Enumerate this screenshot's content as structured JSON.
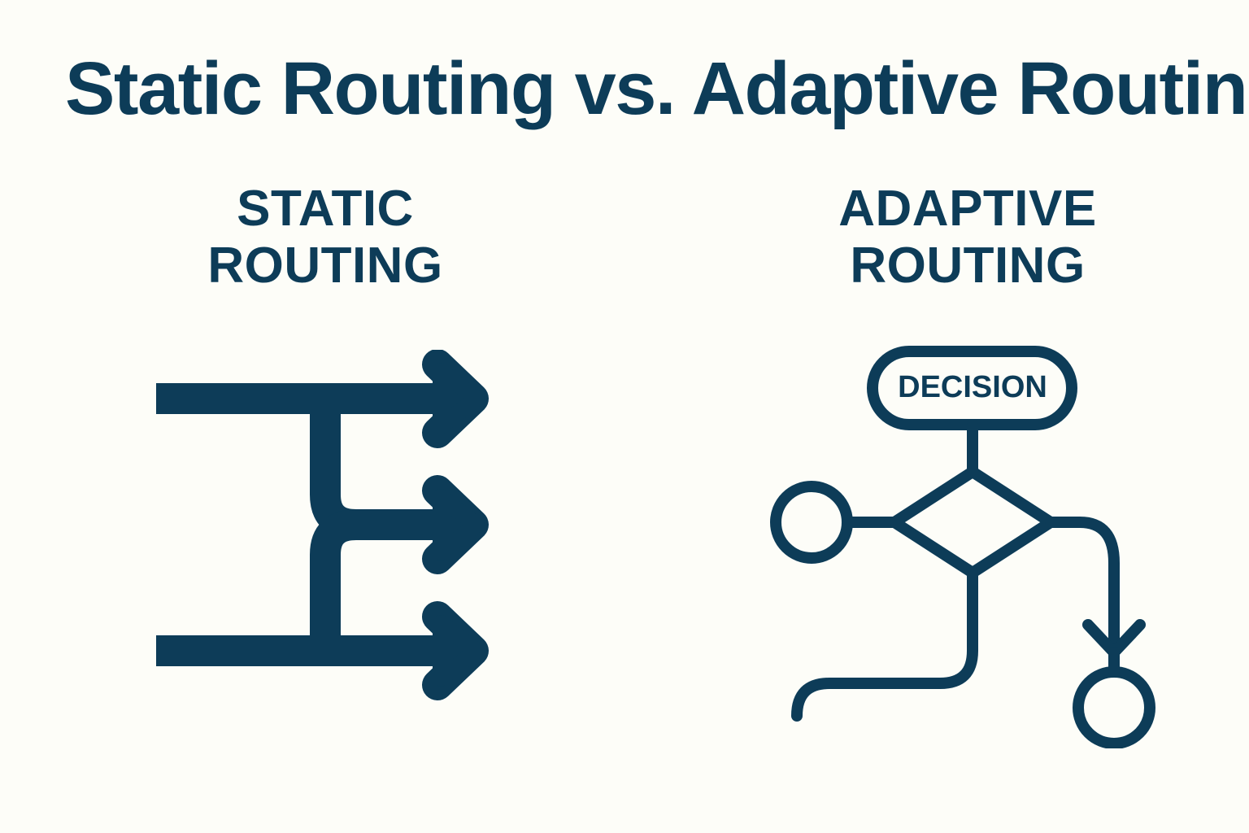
{
  "page": {
    "background_color": "#fdfdf8",
    "accent_color": "#0d3c58"
  },
  "title": {
    "text": "Static Routing vs. Adaptive Routing"
  },
  "columns": {
    "left": {
      "heading": "STATIC\nROUTING",
      "heading_line1": "STATIC",
      "heading_line2": "ROUTING",
      "icon_name": "static-routing-branch-arrows-icon",
      "icon_description": "Three parallel right-pointing arrows fed from a single vertical trunk"
    },
    "right": {
      "heading": "ADAPTIVE\nROUTING",
      "heading_line1": "ADAPTIVE",
      "heading_line2": "ROUTING",
      "icon_name": "adaptive-routing-flowchart-icon",
      "icon_description": "Decision pill connected to a diamond node with circular endpoints and curved paths",
      "decision_label": "DECISION"
    }
  }
}
